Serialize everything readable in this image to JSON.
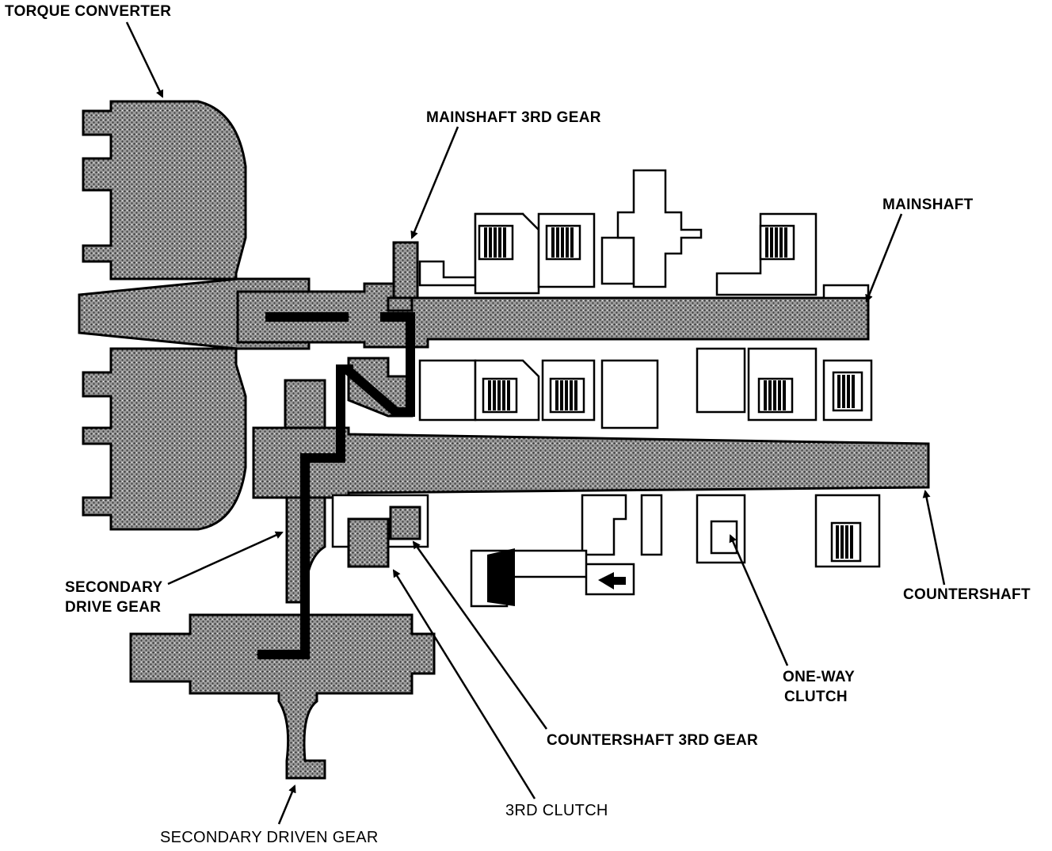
{
  "labels": {
    "torque_converter": "TORQUE CONVERTER",
    "mainshaft_3rd_gear": "MAINSHAFT 3RD GEAR",
    "mainshaft": "MAINSHAFT",
    "secondary_drive_gear_1": "SECONDARY",
    "secondary_drive_gear_2": "DRIVE GEAR",
    "countershaft": "COUNTERSHAFT",
    "one_way_clutch_1": "ONE-WAY",
    "one_way_clutch_2": "CLUTCH",
    "countershaft_3rd_gear": "COUNTERSHAFT 3RD GEAR",
    "third_clutch": "3RD CLUTCH",
    "secondary_driven_gear": "SECONDARY DRIVEN GEAR"
  },
  "colors": {
    "ink": "#000000",
    "paper": "#ffffff",
    "stipple": "#8a8a8a"
  }
}
